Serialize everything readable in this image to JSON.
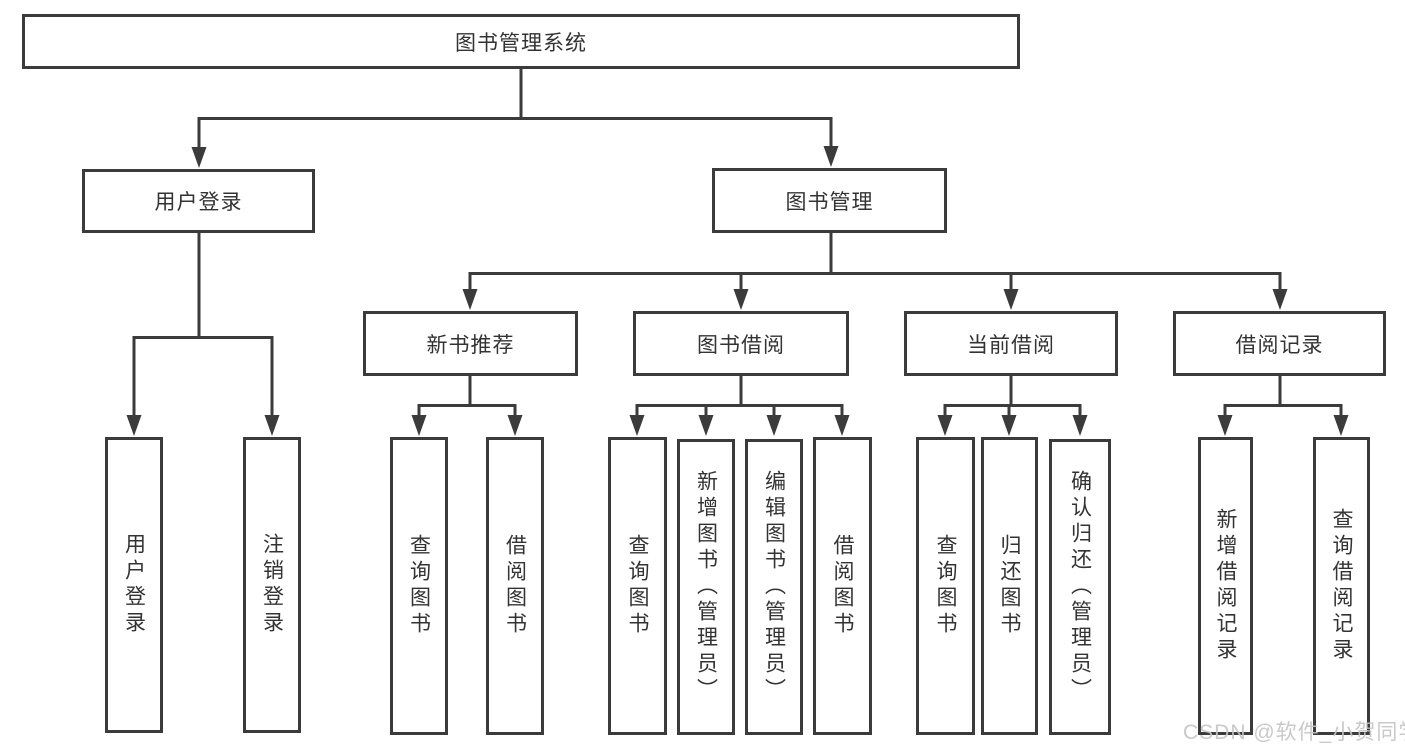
{
  "diagram": {
    "tree": {
      "root": "图书管理系统",
      "level2": [
        {
          "label": "用户登录",
          "leaves": [
            "用户登录",
            "注销登录"
          ]
        },
        {
          "label": "图书管理",
          "groups": [
            {
              "label": "新书推荐",
              "leaves": [
                "查询图书",
                "借阅图书"
              ]
            },
            {
              "label": "图书借阅",
              "leaves": [
                "查询图书",
                "新增图书（管理员）",
                "编辑图书（管理员）",
                "借阅图书"
              ]
            },
            {
              "label": "当前借阅",
              "leaves": [
                "查询图书",
                "归还图书",
                "确认归还（管理员）"
              ]
            },
            {
              "label": "借阅记录",
              "leaves": [
                "新增借阅记录",
                "查询借阅记录"
              ]
            }
          ]
        }
      ]
    },
    "watermark": "CSDN @软件_小贺同学",
    "colors": {
      "line": "#3b3b3b",
      "text": "#333333",
      "background": "#ffffff",
      "watermark": "#c4c4c4"
    }
  }
}
